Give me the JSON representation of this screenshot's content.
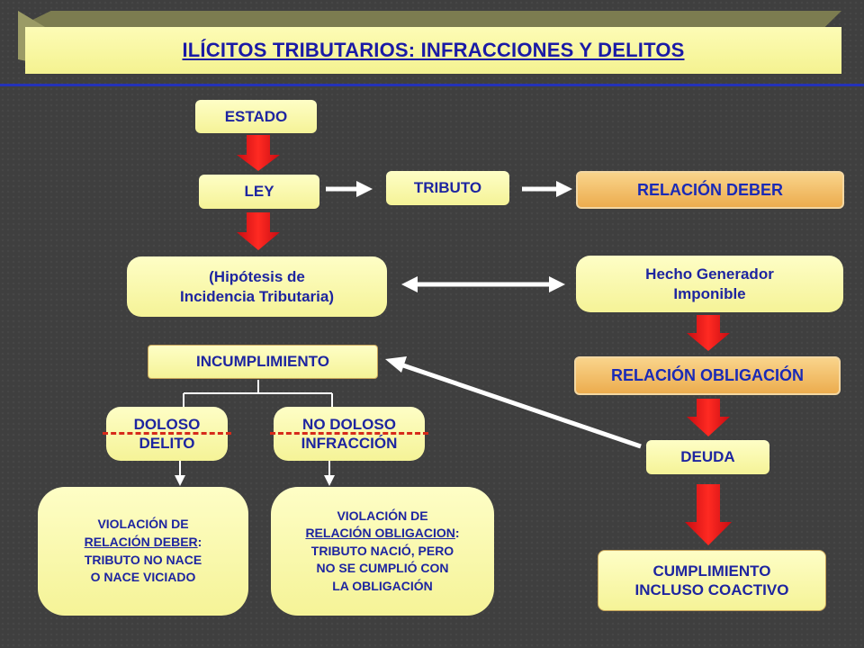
{
  "title": "ILÍCITOS TRIBUTARIOS: INFRACCIONES Y DELITOS",
  "nodes": {
    "estado": "ESTADO",
    "ley": "LEY",
    "tributo": "TRIBUTO",
    "relacion_deber": "RELACIÓN DEBER",
    "hipotesis_line1": "(Hipótesis de",
    "hipotesis_line2": "Incidencia Tributaria)",
    "hecho_line1": "Hecho Generador",
    "hecho_line2": "Imponible",
    "incumplimiento": "INCUMPLIMIENTO",
    "relacion_obligacion": "RELACIÓN OBLIGACIÓN",
    "doloso": "DOLOSO",
    "delito": "DELITO",
    "no_doloso": "NO DOLOSO",
    "infraccion": "INFRACCIÓN",
    "deuda": "DEUDA",
    "cumplimiento_line1": "CUMPLIMIENTO",
    "cumplimiento_line2": "INCLUSO COACTIVO"
  },
  "violacion_deber": {
    "line1": "VIOLACIÓN DE",
    "line2": "RELACIÓN DEBER",
    "colon": ":",
    "line3": "TRIBUTO NO NACE",
    "line4": "O NACE VICIADO"
  },
  "violacion_obligacion": {
    "line1": "VIOLACIÓN DE",
    "line2": "RELACIÓN OBLIGACION",
    "colon": ":",
    "line3": "TRIBUTO NACIÓ, PERO",
    "line4": "NO SE CUMPLIÓ CON",
    "line5": "LA OBLIGACIÓN"
  },
  "colors": {
    "box_fill": "#f5f397",
    "box_text": "#1e25a0",
    "accent_orange": "#ecac4e",
    "arrow_red": "#e8141c",
    "title_blue": "#1a1aa6",
    "background": "#3f3f3f"
  }
}
